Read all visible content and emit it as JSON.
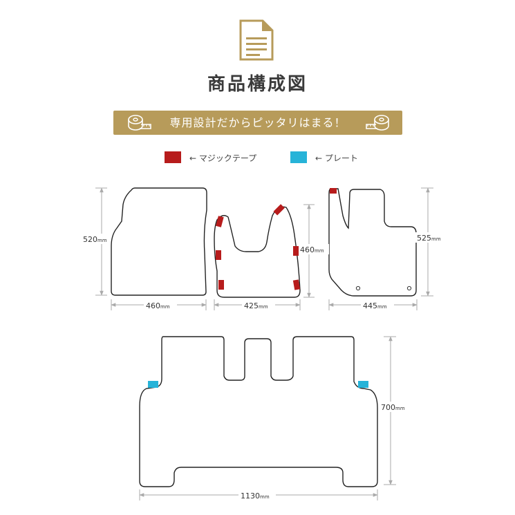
{
  "header": {
    "icon": "document-icon",
    "title": "商品構成図"
  },
  "banner": {
    "text": "専用設計だからピッタリはまる！",
    "left_icon": "measuring-tape-icon",
    "right_icon": "measuring-tape-icon",
    "color": "#b79b5a"
  },
  "legend": {
    "magic_tape": {
      "label": "← マジックテープ",
      "color": "#b71c1c"
    },
    "plate": {
      "label": "← プレート",
      "color": "#27b3d8"
    }
  },
  "unit": "mm",
  "dimensions": {
    "driver_mat_height": "520",
    "driver_mat_width": "460",
    "center_mat_width": "425",
    "center_mat_height": "460",
    "passenger_mat_width": "445",
    "passenger_mat_height": "525",
    "rear_mat_width": "1130",
    "rear_mat_height": "700"
  }
}
